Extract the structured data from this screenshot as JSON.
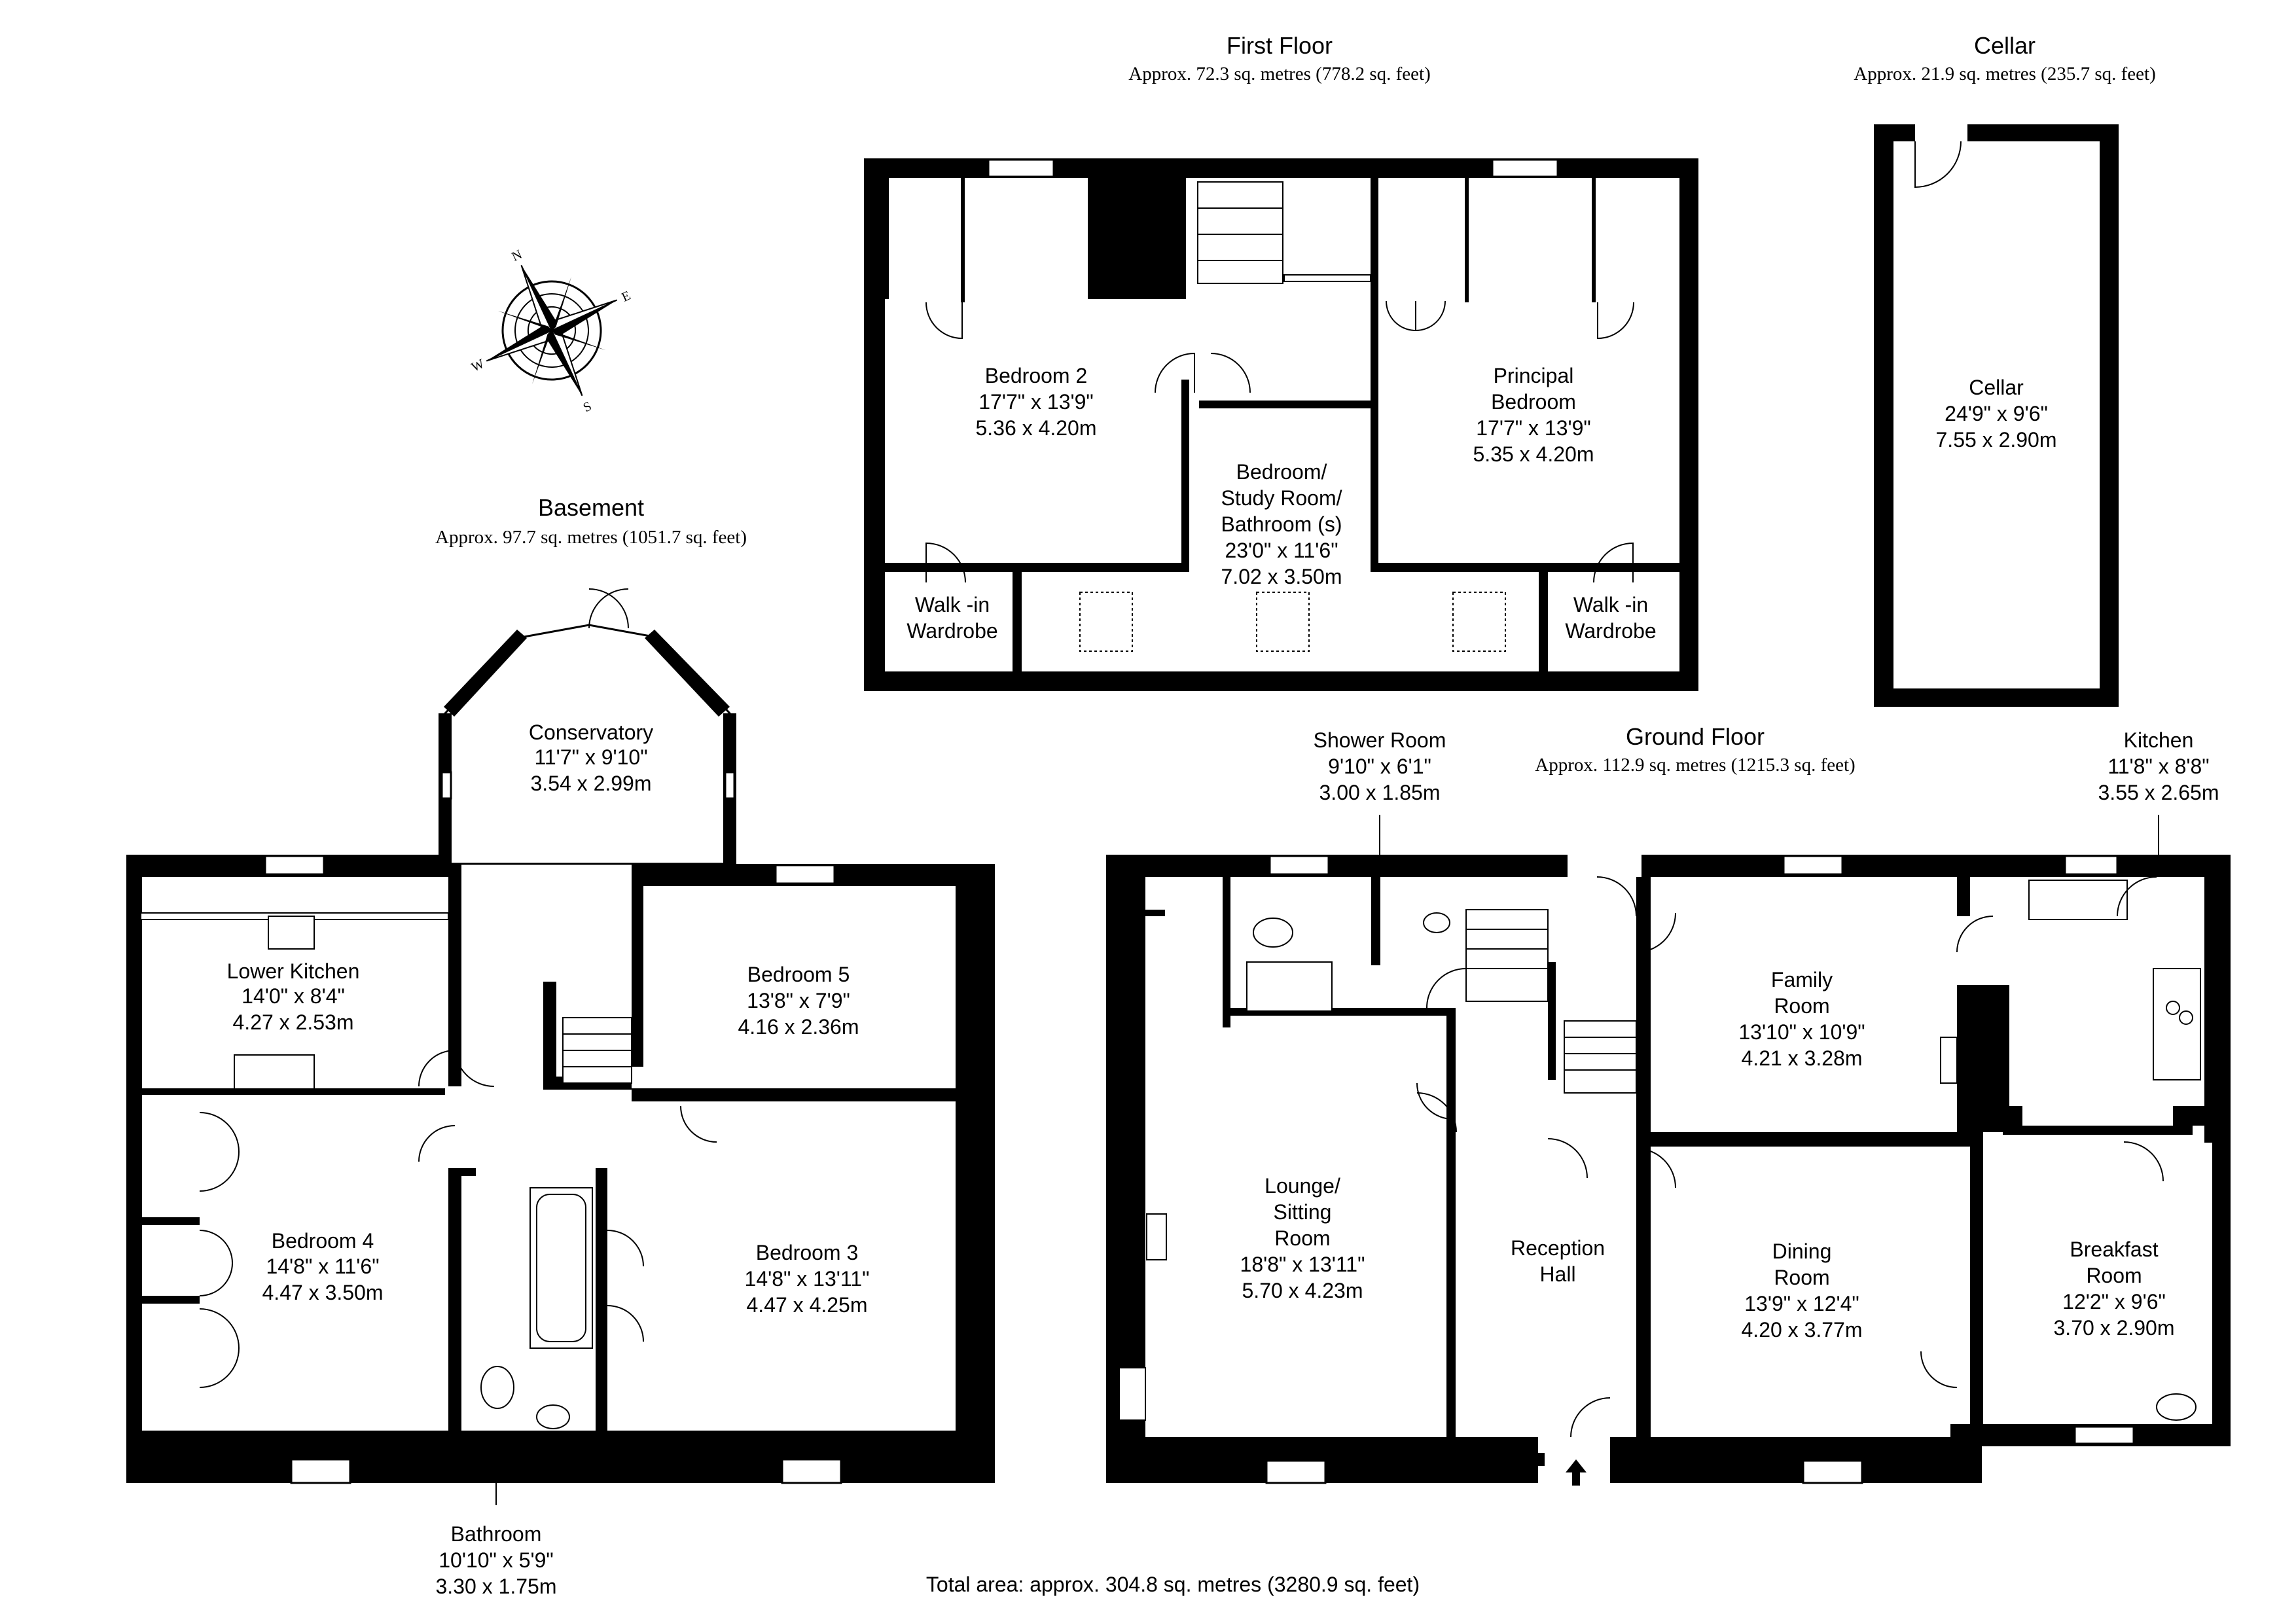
{
  "floors": {
    "first": {
      "title": "First Floor",
      "area": "Approx. 72.3 sq. metres (778.2 sq. feet)"
    },
    "cellar": {
      "title": "Cellar",
      "area": "Approx. 21.9 sq. metres (235.7 sq. feet)"
    },
    "basement": {
      "title": "Basement",
      "area": "Approx. 97.7 sq. metres (1051.7 sq. feet)"
    },
    "ground": {
      "title": "Ground Floor",
      "area": "Approx. 112.9 sq. metres (1215.3 sq. feet)"
    }
  },
  "rooms": {
    "bedroom2": [
      "Bedroom 2",
      "17'7\" x 13'9\"",
      "5.36 x 4.20m"
    ],
    "principal": [
      "Principal",
      "Bedroom",
      "17'7\" x 13'9\"",
      "5.35 x 4.20m"
    ],
    "study": [
      "Bedroom/",
      "Study Room/",
      "Bathroom (s)",
      "23'0\" x 11'6\"",
      "7.02 x 3.50m"
    ],
    "walkin_left": [
      "Walk -in",
      "Wardrobe"
    ],
    "walkin_right": [
      "Walk -in",
      "Wardrobe"
    ],
    "cellar": [
      "Cellar",
      "24'9\" x 9'6\"",
      "7.55 x 2.90m"
    ],
    "conservatory": [
      "Conservatory",
      "11'7\" x 9'10\"",
      "3.54 x 2.99m"
    ],
    "lower_kitchen": [
      "Lower Kitchen",
      "14'0\" x 8'4\"",
      "4.27 x 2.53m"
    ],
    "bedroom5": [
      "Bedroom 5",
      "13'8\" x 7'9\"",
      "4.16 x 2.36m"
    ],
    "bedroom4": [
      "Bedroom 4",
      "14'8\" x 11'6\"",
      "4.47 x 3.50m"
    ],
    "bedroom3": [
      "Bedroom 3",
      "14'8\" x 13'11\"",
      "4.47 x 4.25m"
    ],
    "bathroom": [
      "Bathroom",
      "10'10\" x 5'9\"",
      "3.30 x 1.75m"
    ],
    "shower": [
      "Shower Room",
      "9'10\" x 6'1\"",
      "3.00 x 1.85m"
    ],
    "kitchen": [
      "Kitchen",
      "11'8\" x 8'8\"",
      "3.55 x 2.65m"
    ],
    "family": [
      "Family",
      "Room",
      "13'10\" x 10'9\"",
      "4.21 x 3.28m"
    ],
    "lounge": [
      "Lounge/",
      "Sitting",
      "Room",
      "18'8\" x 13'11\"",
      "5.70 x 4.23m"
    ],
    "reception": [
      "Reception",
      "Hall"
    ],
    "dining": [
      "Dining",
      "Room",
      "13'9\" x 12'4\"",
      "4.20 x 3.77m"
    ],
    "breakfast": [
      "Breakfast",
      "Room",
      "12'2\" x 9'6\"",
      "3.70 x 2.90m"
    ]
  },
  "total_area": "Total area: approx. 304.8 sq. metres (3280.9 sq. feet)",
  "compass": {
    "icon": "compass-rose-icon",
    "letters": [
      "N",
      "S",
      "E",
      "W"
    ]
  }
}
